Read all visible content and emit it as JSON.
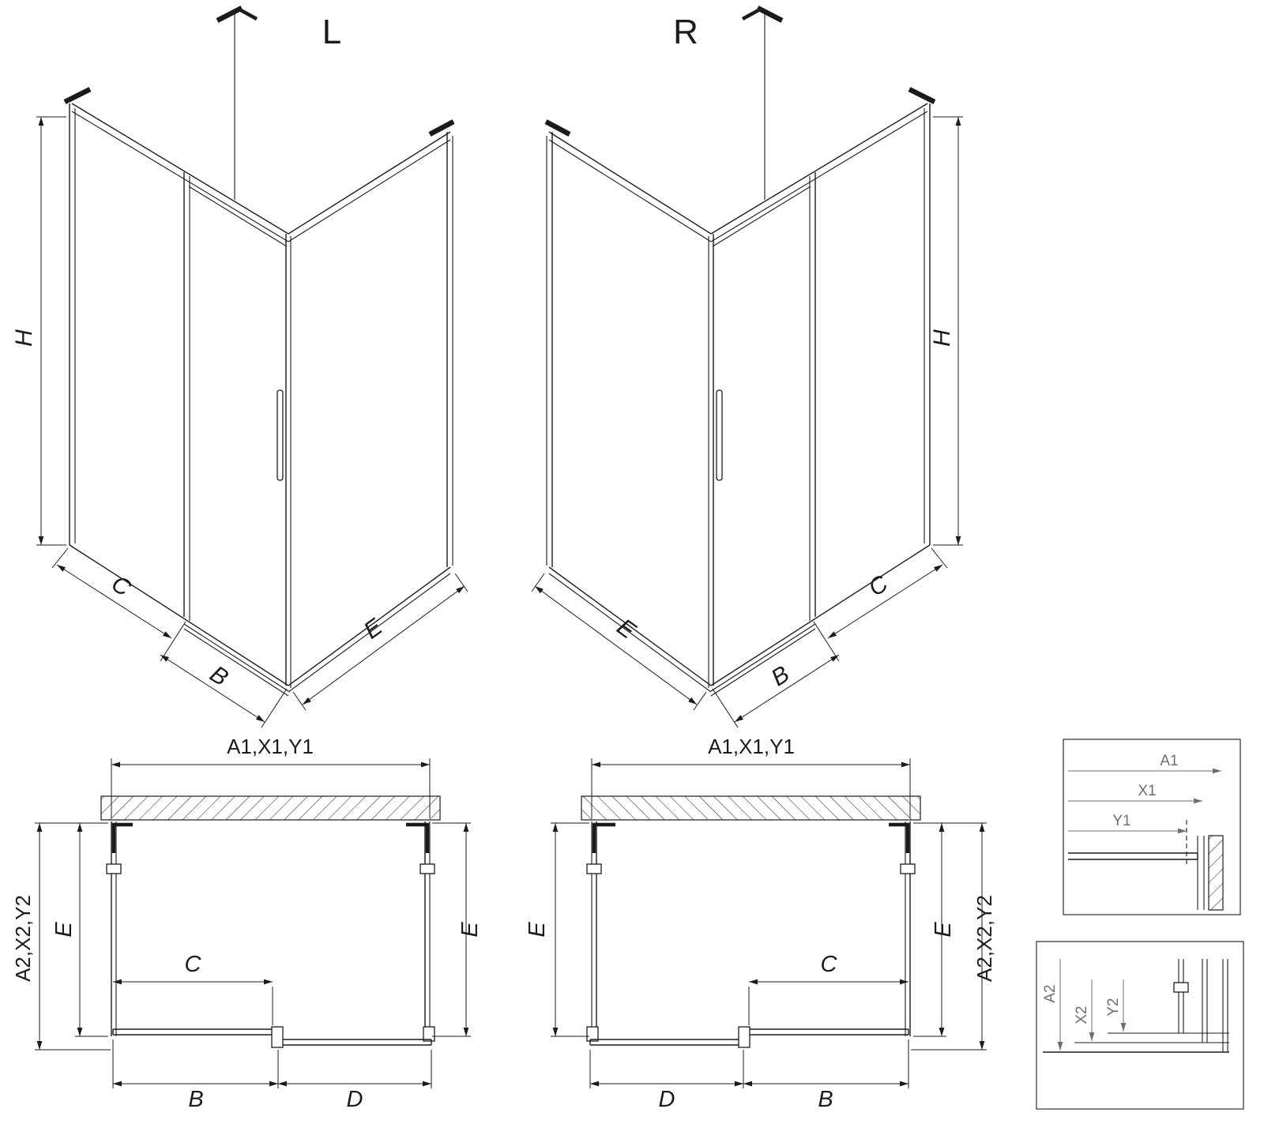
{
  "figures": {
    "iso_left": {
      "label": "L",
      "dims": {
        "h": "H",
        "c": "C",
        "b": "B",
        "e": "E"
      }
    },
    "iso_right": {
      "label": "R",
      "dims": {
        "h": "H",
        "c": "C",
        "b": "B",
        "e": "E"
      }
    },
    "plan_left": {
      "dims": {
        "top": "A1,X1,Y1",
        "side_outer": "A2,X2,Y2",
        "e_left": "E",
        "e_right": "E",
        "c": "C",
        "b": "B",
        "d": "D"
      }
    },
    "plan_right": {
      "dims": {
        "top": "A1,X1,Y1",
        "side_outer": "A2,X2,Y2",
        "e_left": "E",
        "e_right": "E",
        "c": "C",
        "b": "B",
        "d": "D"
      }
    },
    "detail_top": {
      "dims": {
        "a1": "A1",
        "x1": "X1",
        "y1": "Y1"
      }
    },
    "detail_bottom": {
      "dims": {
        "a2": "A2",
        "x2": "X2",
        "y2": "Y2"
      }
    }
  },
  "colors": {
    "line": "#1b1b1b",
    "detail": "#6e6e6e",
    "background": "#ffffff"
  }
}
